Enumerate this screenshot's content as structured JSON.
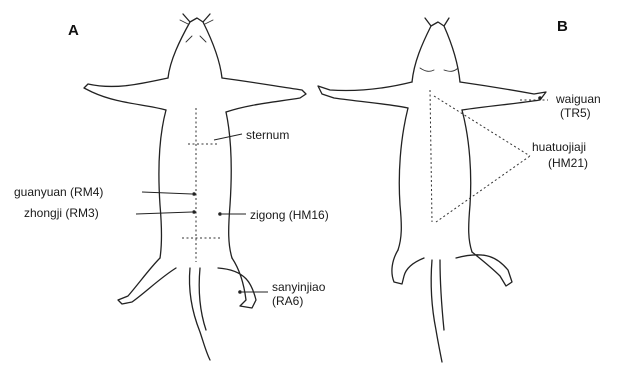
{
  "panels": {
    "a": "A",
    "b": "B"
  },
  "labels_a": {
    "sternum": "sternum",
    "guanyuan": "guanyuan (RM4)",
    "zhongji": "zhongji (RM3)",
    "zigong": "zigong (HM16)",
    "sanyinjiao_1": "sanyinjiao",
    "sanyinjiao_2": "(RA6)"
  },
  "labels_b": {
    "waiguan_1": "waiguan",
    "waiguan_2": "(TR5)",
    "huatuojiaji_1": "huatuojiaji",
    "huatuojiaji_2": "(HM21)"
  },
  "colors": {
    "ink": "#222222",
    "background": "#ffffff"
  }
}
